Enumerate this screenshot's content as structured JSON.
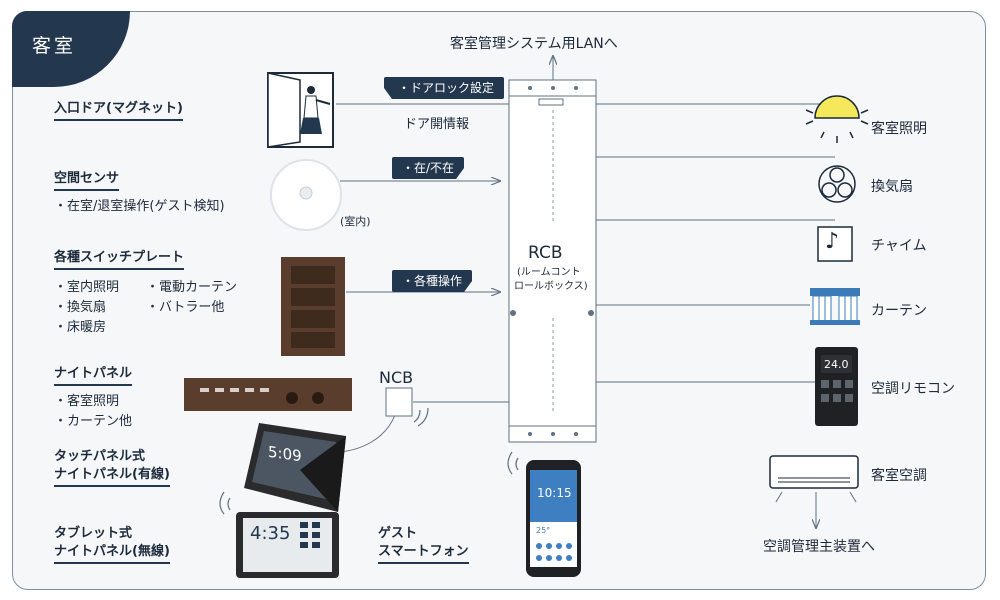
{
  "section_tab": "客室",
  "top_label": "客室管理システム用LANへ",
  "bottom_right_label": "空調管理主装置へ",
  "rcb": {
    "title": "RCB",
    "sub1": "(ルームコント",
    "sub2": "ロールボックス)"
  },
  "ncb": {
    "title": "NCB"
  },
  "left_devices": {
    "door": {
      "label": "入口ドア(マグネット)"
    },
    "sensor": {
      "label": "空間センサ",
      "detail": "・在室/退室操作(ゲスト検知)",
      "note": "(室内)"
    },
    "switch": {
      "label": "各種スイッチプレート",
      "col1": [
        "・室内照明",
        "・換気扇",
        "・床暖房"
      ],
      "col2": [
        "・電動カーテン",
        "・バトラー他"
      ]
    },
    "night_panel": {
      "label": "ナイトパネル",
      "items": [
        "・客室照明",
        "・カーテン他"
      ]
    },
    "touch_panel": {
      "label1": "タッチパネル式",
      "label2": "ナイトパネル(有線)"
    },
    "tablet": {
      "label1": "タブレット式",
      "label2": "ナイトパネル(無線)"
    },
    "smartphone": {
      "label1": "ゲスト",
      "label2": "スマートフォン"
    }
  },
  "signals": {
    "door_lock": "・ドアロック設定",
    "door_info": "ドア開情報",
    "presence": "・在/不在",
    "operations": "・各種操作"
  },
  "right_devices": [
    "客室照明",
    "換気扇",
    "チャイム",
    "カーテン",
    "空調リモコン",
    "客室空調"
  ],
  "device_screens": {
    "touch_clock": "5:09",
    "tablet_clock": "4:35",
    "phone_clock": "10:15",
    "phone_weather": "25°",
    "remote_temp": "24.0"
  },
  "colors": {
    "navy": "#23374f",
    "line": "#5f7182",
    "frame": "#7c8fa3",
    "brown": "#5b3d2d",
    "bg": "#f5f7f9"
  }
}
